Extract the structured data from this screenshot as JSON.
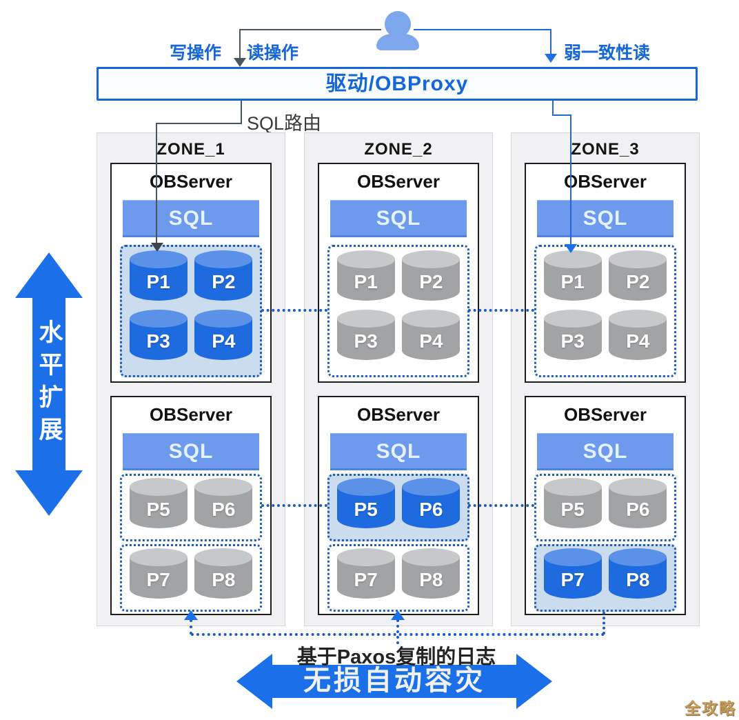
{
  "top": {
    "write_label": "写操作",
    "read_label": "读操作",
    "weak_read_label": "弱一致性读",
    "proxy_title": "驱动/OBProxy",
    "sql_route_label": "SQL路由"
  },
  "zones": [
    {
      "name": "ZONE_1",
      "servers": [
        {
          "title": "OBServer",
          "sql_label": "SQL",
          "groups": [
            {
              "leader": true,
              "partitions": [
                "P1",
                "P2",
                "P3",
                "P4"
              ]
            }
          ]
        },
        {
          "title": "OBServer",
          "sql_label": "SQL",
          "groups": [
            {
              "leader": false,
              "partitions": [
                "P5",
                "P6"
              ]
            },
            {
              "leader": false,
              "partitions": [
                "P7",
                "P8"
              ]
            }
          ]
        }
      ]
    },
    {
      "name": "ZONE_2",
      "servers": [
        {
          "title": "OBServer",
          "sql_label": "SQL",
          "groups": [
            {
              "leader": false,
              "partitions": [
                "P1",
                "P2",
                "P3",
                "P4"
              ]
            }
          ]
        },
        {
          "title": "OBServer",
          "sql_label": "SQL",
          "groups": [
            {
              "leader": true,
              "partitions": [
                "P5",
                "P6"
              ]
            },
            {
              "leader": false,
              "partitions": [
                "P7",
                "P8"
              ]
            }
          ]
        }
      ]
    },
    {
      "name": "ZONE_3",
      "servers": [
        {
          "title": "OBServer",
          "sql_label": "SQL",
          "groups": [
            {
              "leader": false,
              "partitions": [
                "P1",
                "P2",
                "P3",
                "P4"
              ]
            }
          ]
        },
        {
          "title": "OBServer",
          "sql_label": "SQL",
          "groups": [
            {
              "leader": false,
              "partitions": [
                "P5",
                "P6"
              ]
            },
            {
              "leader": true,
              "partitions": [
                "P7",
                "P8"
              ]
            }
          ]
        }
      ]
    }
  ],
  "side": {
    "scale_label": "水平扩展"
  },
  "bottom": {
    "paxos_label": "基于Paxos复制的日志",
    "dr_label": "无损自动容灾"
  },
  "watermark": "全攻略",
  "colors": {
    "accent_blue": "#1566DA",
    "arrow_blue": "#1B6FE8",
    "leader_cylinder": "#1E6BE0",
    "leader_cylinder_top": "#5B92E8",
    "follower_cylinder": "#A2A3A5",
    "follower_cylinder_top": "#C7C8CA",
    "sql_bar": "#6D9AEC",
    "leader_group_fill": "#CCDCEF",
    "dotted_line": "#1D5CC0",
    "dark_line": "#49545F",
    "watermark_gold": "#C49A5F"
  }
}
